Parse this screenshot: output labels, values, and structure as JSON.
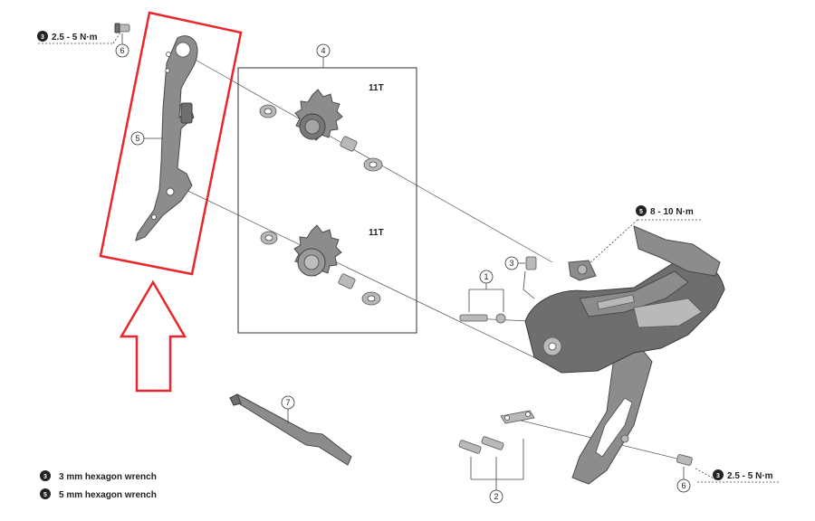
{
  "callouts": {
    "c1": "1",
    "c2": "2",
    "c3": "3",
    "c4": "4",
    "c5": "5",
    "c6_top": "6",
    "c6_bottom": "6",
    "c7": "7"
  },
  "torque": {
    "top_left": {
      "badge": "3",
      "value": "2.5 - 5 N·m"
    },
    "mid_right": {
      "badge": "5",
      "value": "8 - 10 N·m"
    },
    "bottom_right": {
      "badge": "3",
      "value": "2.5 - 5 N·m"
    }
  },
  "pulleys": {
    "upper_label": "11T",
    "lower_label": "11T"
  },
  "legend": [
    {
      "badge": "3",
      "text": "3 mm hexagon wrench"
    },
    {
      "badge": "5",
      "text": "5 mm hexagon wrench"
    }
  ],
  "colors": {
    "highlight": "#e8262b",
    "badge": "#222222",
    "parts": "#8c8c8c"
  }
}
